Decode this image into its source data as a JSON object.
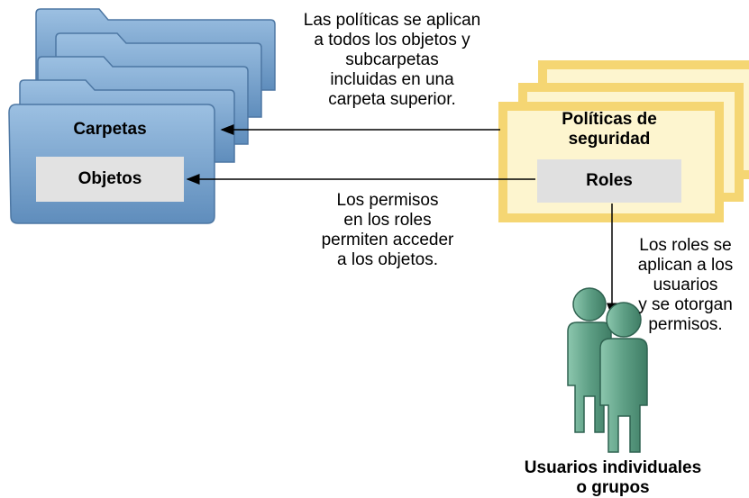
{
  "folders": {
    "label": "Carpetas",
    "objects_label": "Objetos"
  },
  "security": {
    "title_line1": "Políticas de",
    "title_line2": "seguridad",
    "roles_label": "Roles"
  },
  "users": {
    "label_line1": "Usuarios individuales",
    "label_line2": "o grupos"
  },
  "notes": {
    "policies_apply": "Las políticas se aplican\na todos los objetos y\nsubcarpetas\nincluidas en una\ncarpeta superior.",
    "permissions": "Los permisos\nen los roles\npermiten acceder\na los objetos.",
    "roles_apply": "Los roles se\naplican a los\nusuarios\ny se otorgan\npermisos."
  },
  "colors": {
    "folder": "#6f9bc7",
    "folder_light": "#8fb6dc",
    "folder_edge": "#4d77a3",
    "policy_frame": "#f5d673",
    "policy_fill": "#fdf5cf",
    "box_gray": "#e0e0e0",
    "user_green": "#5e9f85",
    "user_edge": "#2f6250"
  }
}
